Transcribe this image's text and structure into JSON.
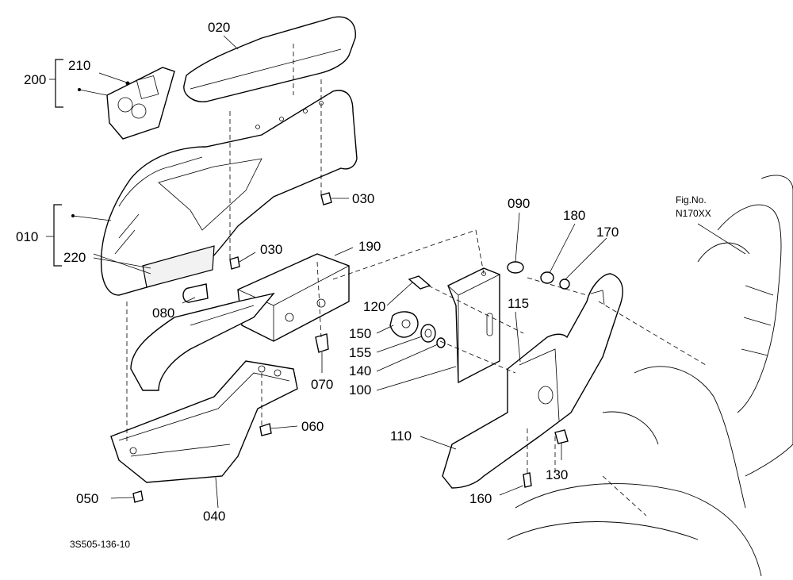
{
  "diagram": {
    "figure_ref": [
      "Fig.No.",
      "N170XX"
    ],
    "drawing_code": "3S505-136-10",
    "labels": {
      "l020": "020",
      "l200": "200",
      "l210": "210",
      "l010": "010",
      "l220": "220",
      "l030a": "030",
      "l030b": "030",
      "l190": "190",
      "l080": "080",
      "l070": "070",
      "l060": "060",
      "l050": "050",
      "l040": "040",
      "l090": "090",
      "l180": "180",
      "l170": "170",
      "l120": "120",
      "l115": "115",
      "l150": "150",
      "l155": "155",
      "l140": "140",
      "l100": "100",
      "l110": "110",
      "l130": "130",
      "l160": "160"
    }
  }
}
